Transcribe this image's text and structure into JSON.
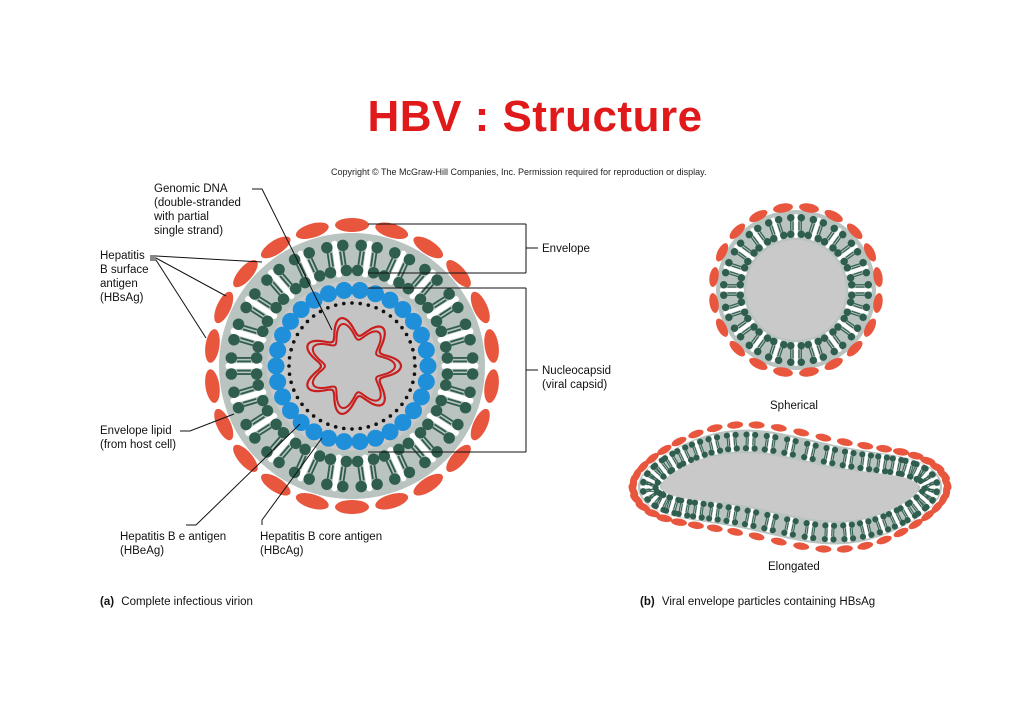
{
  "title": "HBV : Structure",
  "copyright": "Copyright © The McGraw-Hill Companies, Inc. Permission required for reproduction or display.",
  "colors": {
    "title": "#e0191b",
    "antigen": "#e8563e",
    "lipid_head": "#2f5e4f",
    "lipid_gray": "#b9c3c0",
    "core_antigen": "#1e8fd8",
    "dna": "#c81e1e",
    "interior": "#c9c9c9"
  },
  "labels": {
    "genomic_dna": [
      "Genomic DNA",
      "(double-stranded",
      "with partial",
      "single strand)"
    ],
    "hbsag": [
      "Hepatitis",
      "B surface",
      "antigen",
      "(HBsAg)"
    ],
    "envelope": "Envelope",
    "nucleocapsid": [
      "Nucleocapsid",
      "(viral capsid)"
    ],
    "envelope_lipid": [
      "Envelope lipid",
      "(from host cell)"
    ],
    "hbeag": [
      "Hepatitis B e antigen",
      "(HBeAg)"
    ],
    "hbcag": [
      "Hepatitis B core antigen",
      "(HBcAg)"
    ],
    "spherical": "Spherical",
    "elongated": "Elongated"
  },
  "captions": {
    "a_letter": "(a)",
    "a_text": "Complete infectious virion",
    "b_letter": "(b)",
    "b_text": "Viral envelope particles containing HBsAg"
  }
}
